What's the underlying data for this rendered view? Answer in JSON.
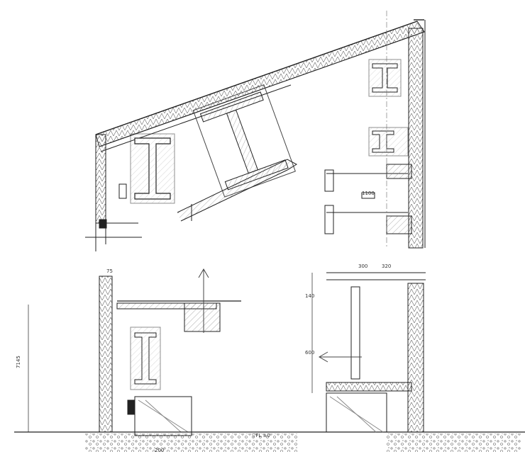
{
  "drawing": {
    "labels": {
      "scale_mark": "▽FL ±0",
      "dim_200": "200",
      "dim_300": "300",
      "dim_320": "320",
      "dim_140": "140",
      "dim_75": "75",
      "dim_600": "600",
      "dim_1100": "1100",
      "dim_h": "7145"
    },
    "colors": {
      "line": "#222222",
      "hatch": "#555555",
      "background": "#ffffff"
    }
  }
}
